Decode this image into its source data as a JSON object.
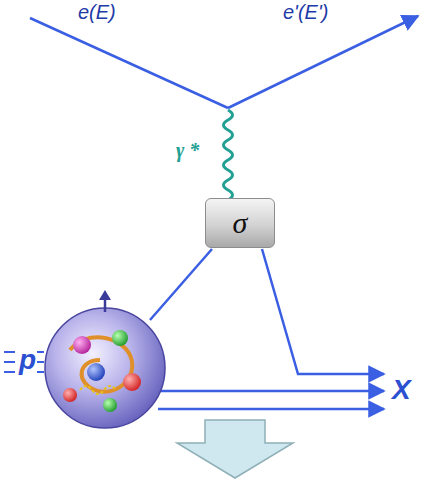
{
  "diagram": {
    "nodes": [
      {
        "text": [
          "σ"
        ]
      }
    ],
    "labels": [
      "e(E)",
      "e'(E')",
      "γ *",
      "p",
      "X"
    ]
  }
}
